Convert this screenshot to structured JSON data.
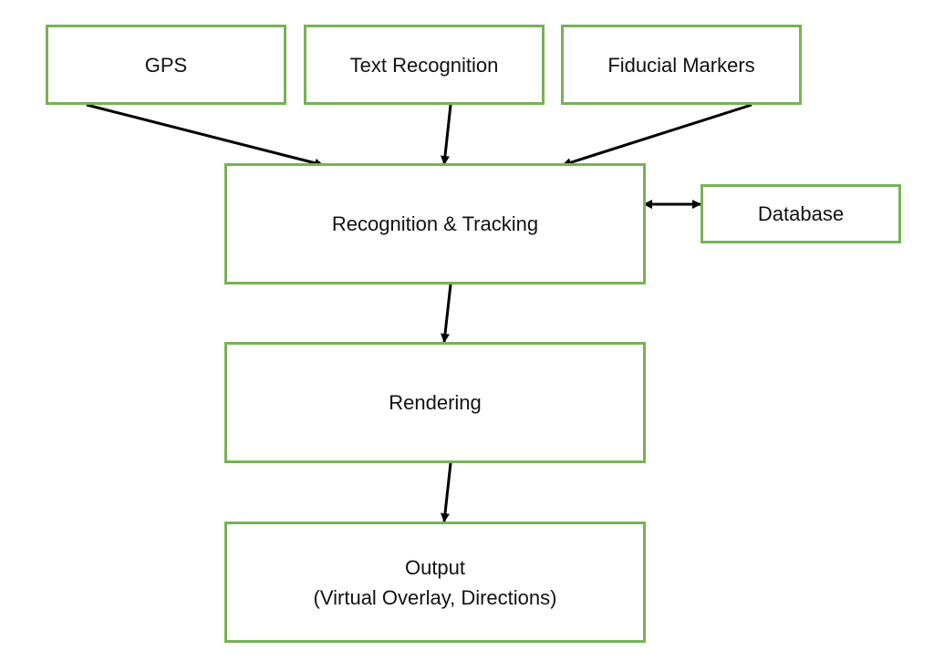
{
  "diagram": {
    "nodes": {
      "gps": "GPS",
      "text_recognition": "Text Recognition",
      "fiducial_markers": "Fiducial Markers",
      "recognition_tracking": "Recognition & Tracking",
      "database": "Database",
      "rendering": "Rendering",
      "output_line1": "Output",
      "output_line2": "(Virtual Overlay, Directions)"
    },
    "edges": [
      {
        "from": "GPS",
        "to": "Recognition & Tracking",
        "direction": "forward"
      },
      {
        "from": "Text Recognition",
        "to": "Recognition & Tracking",
        "direction": "forward"
      },
      {
        "from": "Fiducial Markers",
        "to": "Recognition & Tracking",
        "direction": "forward"
      },
      {
        "from": "Recognition & Tracking",
        "to": "Database",
        "direction": "bidirectional"
      },
      {
        "from": "Recognition & Tracking",
        "to": "Rendering",
        "direction": "forward"
      },
      {
        "from": "Rendering",
        "to": "Output",
        "direction": "forward"
      }
    ],
    "colors": {
      "box_border": "#77b255",
      "arrow": "#000000",
      "text": "#111111"
    }
  }
}
